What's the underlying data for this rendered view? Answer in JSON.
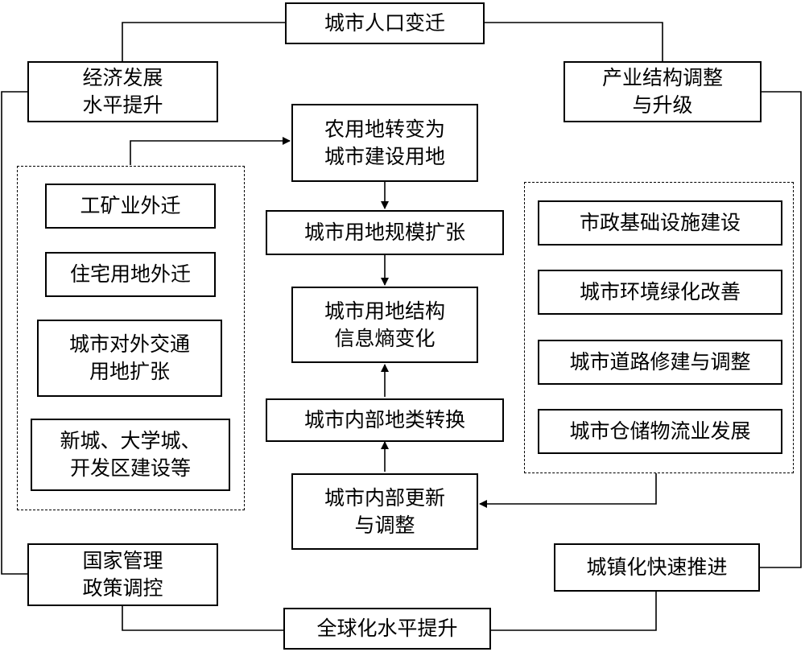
{
  "diagram": {
    "top": "城市人口变迁",
    "economy": "经济发展\n水平提升",
    "industry": "产业结构调整\n与升级",
    "farmland": "农用地转变为\n城市建设用地",
    "expansion": "城市用地规模扩张",
    "entropy": "城市用地结构\n信息熵变化",
    "internal_conversion": "城市内部地类转换",
    "renewal": "城市内部更新\n与调整",
    "policy": "国家管理\n政策调控",
    "urbanization": "城镇化快速推进",
    "globalization": "全球化水平提升",
    "left_group": {
      "items": [
        "工矿业外迁",
        "住宅用地外迁",
        "城市对外交通\n用地扩张",
        "新城、大学城、\n开发区建设等"
      ]
    },
    "right_group": {
      "items": [
        "市政基础设施建设",
        "城市环境绿化改善",
        "城市道路修建与调整",
        "城市仓储物流业发展"
      ]
    },
    "line_color": "#000000"
  }
}
